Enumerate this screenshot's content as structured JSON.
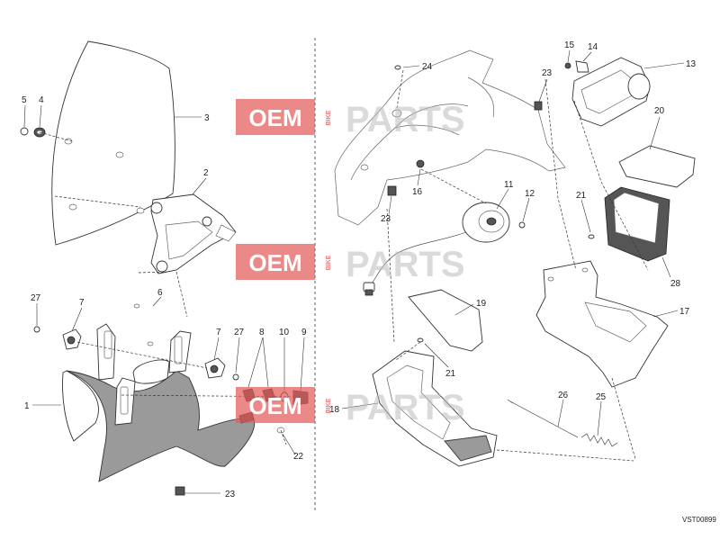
{
  "watermark": {
    "oem": "OEM",
    "bike": "BIKE",
    "parts": "PARTS"
  },
  "drawing_code": "VST00899",
  "labels": {
    "p1": "1",
    "p2": "2",
    "p3": "3",
    "p4": "4",
    "p5": "5",
    "p6": "6",
    "p7a": "7",
    "p7b": "7",
    "p8": "8",
    "p9": "9",
    "p10": "10",
    "p11": "11",
    "p12": "12",
    "p13": "13",
    "p14": "14",
    "p15": "15",
    "p16": "16",
    "p17": "17",
    "p18": "18",
    "p19": "19",
    "p20": "20",
    "p21a": "21",
    "p21b": "21",
    "p22": "22",
    "p23a": "23",
    "p23b": "23",
    "p23c": "23",
    "p24": "24",
    "p25": "25",
    "p26": "26",
    "p27a": "27",
    "p27b": "27",
    "p28": "28"
  }
}
